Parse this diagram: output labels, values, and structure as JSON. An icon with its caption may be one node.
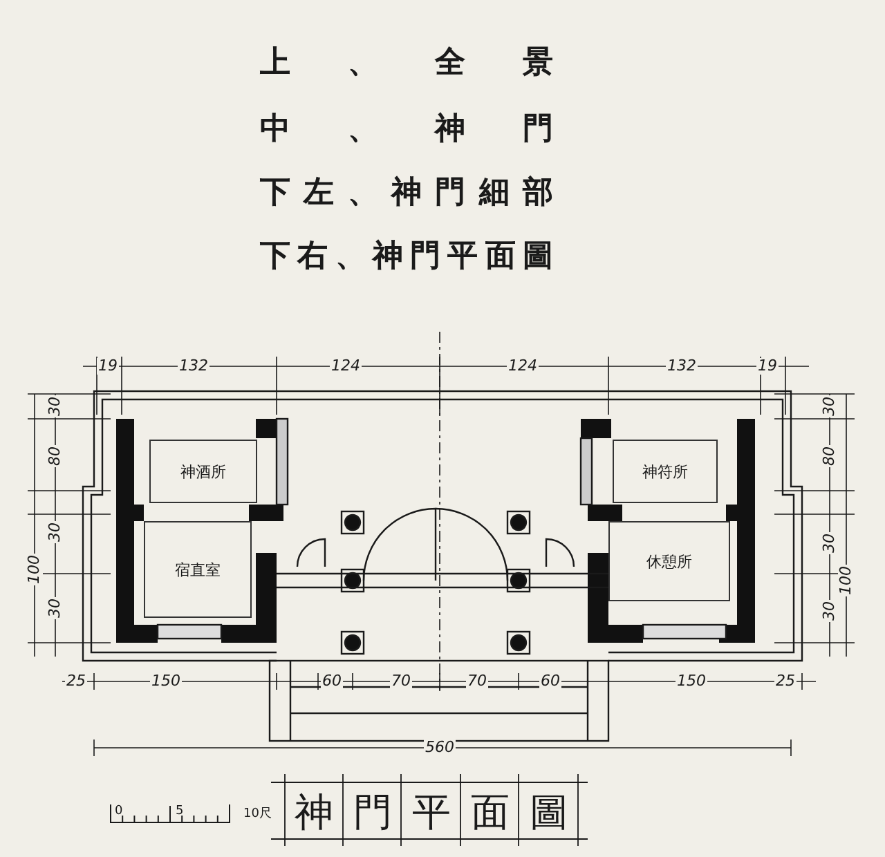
{
  "diagram": {
    "caption": "神門平面圖",
    "nodes": [
      {
        "text": [
          "神酒所"
        ]
      },
      {
        "text": [
          "宿直室"
        ]
      },
      {
        "text": [
          "神符所"
        ]
      },
      {
        "text": [
          "休憩所"
        ]
      }
    ],
    "labels": [
      "上、全景",
      "中、神門",
      "下左、神門細部",
      "下右、神門平面圖",
      "19",
      "132",
      "124",
      "124",
      "132",
      "19",
      "30",
      "80",
      "30",
      "100",
      "30",
      "30",
      "80",
      "30",
      "100",
      "30",
      "25",
      "150",
      "60",
      "70",
      "70",
      "60",
      "150",
      "25",
      "560",
      "0",
      "5",
      "10尺"
    ]
  }
}
